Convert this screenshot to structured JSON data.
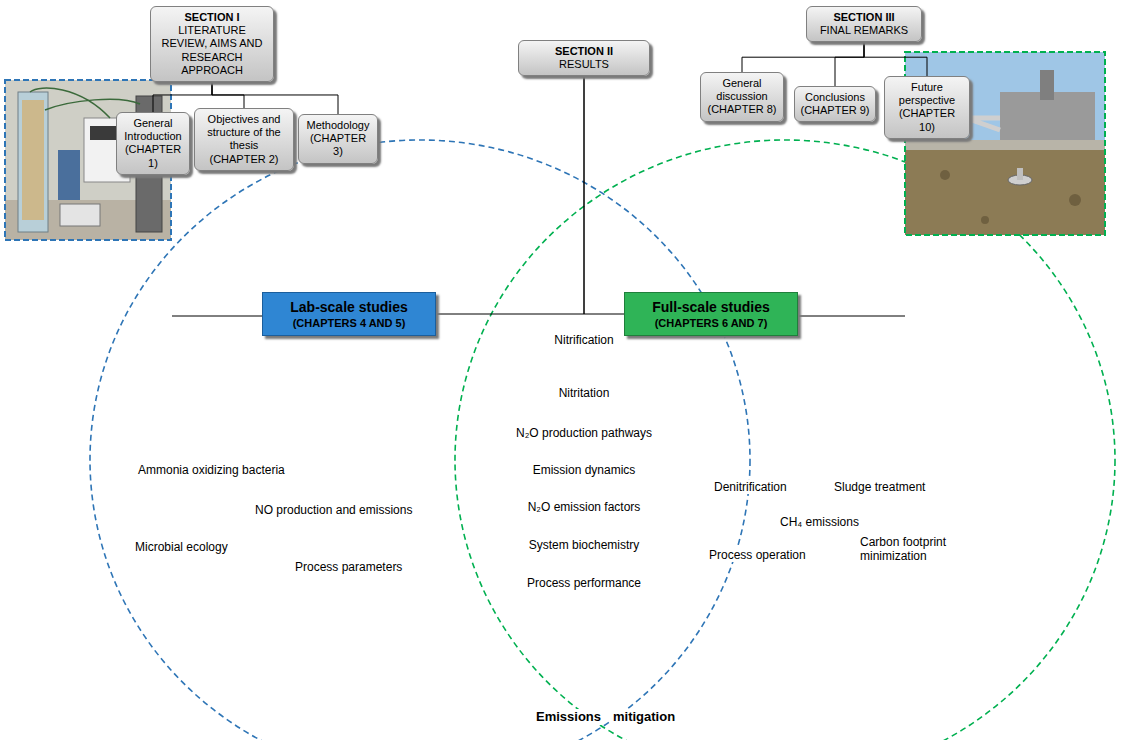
{
  "diagram": {
    "nodes": [
      {
        "text": [
          "SECTION I",
          "LITERATURE REVIEW, AIMS AND RESEARCH APPROACH"
        ]
      },
      {
        "text": [
          "General Introduction",
          "(CHAPTER 1)"
        ]
      },
      {
        "text": [
          "Objectives and structure of the thesis",
          "(CHAPTER 2)"
        ]
      },
      {
        "text": [
          "Methodology",
          "(CHAPTER 3)"
        ]
      },
      {
        "text": [
          "SECTION II",
          "RESULTS"
        ]
      },
      {
        "text": [
          "SECTION III",
          "FINAL REMARKS"
        ]
      },
      {
        "text": [
          "General discussion",
          "(CHAPTER 8)"
        ]
      },
      {
        "text": [
          "Conclusions",
          "(CHAPTER 9)"
        ]
      },
      {
        "text": [
          "Future perspective",
          "(CHAPTER 10)"
        ]
      },
      {
        "text": [
          "Lab-scale studies",
          "(CHAPTERS 4 AND 5)"
        ]
      },
      {
        "text": [
          "Full-scale studies",
          "(CHAPTERS  6 AND 7)"
        ]
      }
    ],
    "edges": [
      {
        "from": 0,
        "to": 1,
        "arrow": "none"
      },
      {
        "from": 0,
        "to": 2,
        "arrow": "none"
      },
      {
        "from": 0,
        "to": 3,
        "arrow": "none"
      },
      {
        "from": 4,
        "to": 9,
        "arrow": "none"
      },
      {
        "from": 4,
        "to": 10,
        "arrow": "none"
      },
      {
        "from": 5,
        "to": 6,
        "arrow": "none"
      },
      {
        "from": 5,
        "to": 7,
        "arrow": "none"
      },
      {
        "from": 5,
        "to": 8,
        "arrow": "none"
      }
    ],
    "labels": [
      "Nitrification",
      "Nitritation",
      "N₂O production pathways",
      "Emission dynamics",
      "N₂O emission factors",
      "System biochemistry",
      "Process performance",
      "Ammonia oxidizing bacteria",
      "NO production and emissions",
      "Microbial ecology",
      "Process parameters",
      "Denitrification",
      "Sludge treatment",
      "CH₄ emissions",
      "Process operation",
      "Carbon footprint minimization",
      "Emissions",
      "mitigation"
    ]
  }
}
